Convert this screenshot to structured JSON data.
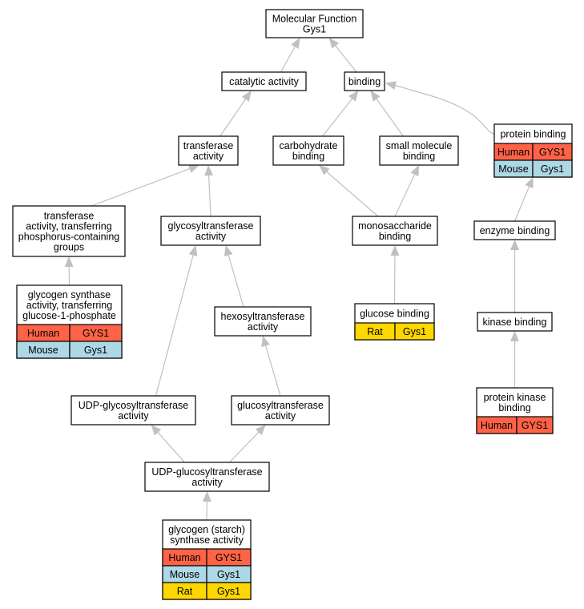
{
  "colors": {
    "Human": "#ff6347",
    "Mouse": "#add8e6",
    "Rat": "#ffd700",
    "edge": "#c0c0c0"
  },
  "nodes": {
    "mf": {
      "lines": [
        "Molecular Function",
        "Gys1"
      ]
    },
    "cat": {
      "lines": [
        "catalytic activity"
      ]
    },
    "bind": {
      "lines": [
        "binding"
      ]
    },
    "trans": {
      "lines": [
        "transferase",
        "activity"
      ]
    },
    "carb": {
      "lines": [
        "carbohydrate",
        "binding"
      ]
    },
    "small": {
      "lines": [
        "small molecule",
        "binding"
      ]
    },
    "prot": {
      "lines": [
        "protein binding"
      ],
      "rows": [
        [
          "Human",
          "GYS1"
        ],
        [
          "Mouse",
          "Gys1"
        ]
      ]
    },
    "tphos": {
      "lines": [
        "transferase",
        "activity, transferring",
        "phosphorus-containing",
        "groups"
      ]
    },
    "glyco": {
      "lines": [
        "glycosyltransferase",
        "activity"
      ]
    },
    "mono": {
      "lines": [
        "monosaccharide",
        "binding"
      ]
    },
    "enz": {
      "lines": [
        "enzyme binding"
      ]
    },
    "gsg1p": {
      "lines": [
        "glycogen synthase",
        "activity, transferring",
        "glucose-1-phosphate"
      ],
      "rows": [
        [
          "Human",
          "GYS1"
        ],
        [
          "Mouse",
          "Gys1"
        ]
      ]
    },
    "hexo": {
      "lines": [
        "hexosyltransferase",
        "activity"
      ]
    },
    "glucb": {
      "lines": [
        "glucose binding"
      ],
      "rows": [
        [
          "Rat",
          "Gys1"
        ]
      ]
    },
    "kin": {
      "lines": [
        "kinase binding"
      ]
    },
    "udpg": {
      "lines": [
        "UDP-glycosyltransferase",
        "activity"
      ]
    },
    "gluct": {
      "lines": [
        "glucosyltransferase",
        "activity"
      ]
    },
    "pkb": {
      "lines": [
        "protein kinase",
        "binding"
      ],
      "rows": [
        [
          "Human",
          "GYS1"
        ]
      ]
    },
    "udpgluc": {
      "lines": [
        "UDP-glucosyltransferase",
        "activity"
      ]
    },
    "gsa": {
      "lines": [
        "glycogen (starch)",
        "synthase activity"
      ],
      "rows": [
        [
          "Human",
          "GYS1"
        ],
        [
          "Mouse",
          "Gys1"
        ],
        [
          "Rat",
          "Gys1"
        ]
      ]
    }
  },
  "edges": [
    [
      "cat",
      "mf"
    ],
    [
      "bind",
      "mf"
    ],
    [
      "trans",
      "cat"
    ],
    [
      "carb",
      "bind"
    ],
    [
      "small",
      "bind"
    ],
    [
      "prot",
      "bind"
    ],
    [
      "tphos",
      "trans"
    ],
    [
      "glyco",
      "trans"
    ],
    [
      "mono",
      "carb"
    ],
    [
      "mono",
      "small"
    ],
    [
      "enz",
      "prot"
    ],
    [
      "gsg1p",
      "tphos"
    ],
    [
      "hexo",
      "glyco"
    ],
    [
      "udpg",
      "glyco"
    ],
    [
      "glucb",
      "mono"
    ],
    [
      "kin",
      "enz"
    ],
    [
      "gluct",
      "hexo"
    ],
    [
      "pkb",
      "kin"
    ],
    [
      "udpgluc",
      "udpg"
    ],
    [
      "udpgluc",
      "gluct"
    ],
    [
      "gsa",
      "udpgluc"
    ]
  ]
}
